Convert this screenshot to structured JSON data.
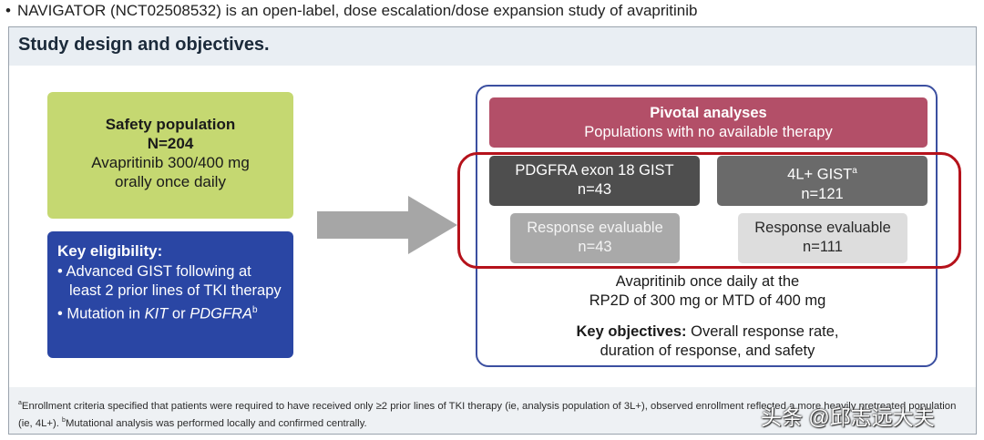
{
  "header": {
    "bullet": "•",
    "text": "NAVIGATOR (NCT02508532) is an open-label, dose escalation/dose expansion study of avapritinib"
  },
  "panel": {
    "title": "Study design and objectives."
  },
  "safety": {
    "title": "Safety population",
    "n": "N=204",
    "line1": "Avapritinib 300/400 mg",
    "line2": "orally once daily"
  },
  "eligibility": {
    "title": "Key eligibility:",
    "item1": "• Advanced GIST following at least 2 prior lines of TKI therapy",
    "item2_pre": "• Mutation in ",
    "item2_kit": "KIT",
    "item2_or": " or ",
    "item2_pdgfra": "PDGFRA",
    "item2_sup": "b"
  },
  "pivotal": {
    "title": "Pivotal analyses",
    "subtitle": "Populations with no available therapy"
  },
  "groups": {
    "pdgfra_label": "PDGFRA exon 18 GIST",
    "pdgfra_n": "n=43",
    "fourl_label": "4L+ GIST",
    "fourl_sup": "a",
    "fourl_n": "n=121",
    "resp1_label": "Response evaluable",
    "resp1_n": "n=43",
    "resp2_label": "Response evaluable",
    "resp2_n": "n=111"
  },
  "dosing": {
    "line1": "Avapritinib once daily at the",
    "line2": "RP2D of 300 mg or MTD of 400 mg"
  },
  "objectives": {
    "label": "Key objectives:",
    "text1": " Overall response rate,",
    "text2": "duration of response, and safety"
  },
  "footnote": {
    "a_mark": "a",
    "a_text": "Enrollment criteria specified that patients were required to have received only ≥2 prior lines of TKI therapy (ie, analysis population of 3L+), observed enrollment reflected a more heavily pretreated population (ie, 4L+). ",
    "b_mark": "b",
    "b_text": "Mutational analysis was performed locally and confirmed centrally."
  },
  "watermark": "头条 @邱志远大夫",
  "colors": {
    "green": "#c5d871",
    "blue": "#2a46a4",
    "pink": "#b34f68",
    "dark": "#4e4e4e",
    "ring": "#b5121b",
    "border": "#3b4fa0"
  }
}
